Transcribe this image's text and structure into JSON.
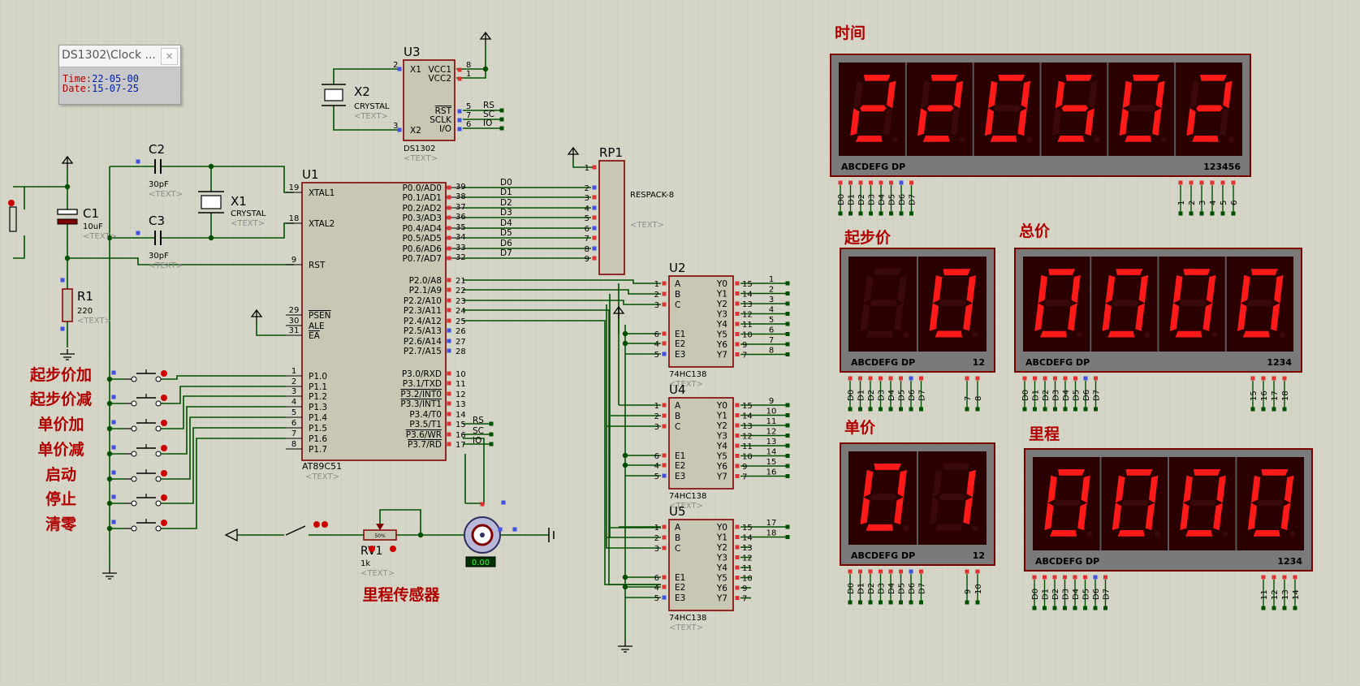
{
  "window": {
    "title": "DS1302\\Clock ...",
    "close": "×",
    "time_label": "Time:",
    "time_value": "22-05-00",
    "date_label": "Date:",
    "date_value": "15-07-25"
  },
  "colors": {
    "background": "#d6d6c8",
    "wire": "#005000",
    "body": "#c7c7b3",
    "outline": "#800000",
    "label_red": "#b00000",
    "segment_on": "#ff1a1a",
    "segment_off": "#3a0a0a"
  },
  "displays": [
    {
      "id": "time",
      "title": "时间",
      "digits": [
        "2",
        "2",
        "0",
        "5",
        "0",
        "2"
      ],
      "bottom": "ABCDEFG  DP",
      "right": "123456",
      "pins": [
        "D0",
        "D1",
        "D2",
        "D3",
        "D4",
        "D5",
        "D6",
        "D7"
      ],
      "rpins": [
        "1",
        "2",
        "3",
        "4",
        "5",
        "6"
      ]
    },
    {
      "id": "start",
      "title": "起步价",
      "digits": [
        "1",
        "0"
      ],
      "dim_first": true,
      "bottom": "ABCDEFG  DP",
      "right": "12",
      "pins": [
        "D0",
        "D1",
        "D2",
        "D3",
        "D4",
        "D5",
        "D6",
        "D7"
      ],
      "rpins": [
        "7",
        "8"
      ]
    },
    {
      "id": "total",
      "title": "总价",
      "digits": [
        "0",
        "0",
        "0",
        "0"
      ],
      "bottom": "ABCDEFG  DP",
      "right": "1234",
      "pins": [
        "D0",
        "D1",
        "D2",
        "D3",
        "D4",
        "D5",
        "D6",
        "D7"
      ],
      "rpins": [
        "15",
        "16",
        "17",
        "18"
      ]
    },
    {
      "id": "unit",
      "title": "单价",
      "digits": [
        "0",
        "1"
      ],
      "bottom": "ABCDEFG  DP",
      "right": "12",
      "pins": [
        "D0",
        "D1",
        "D2",
        "D3",
        "D4",
        "D5",
        "D6",
        "D7"
      ],
      "rpins": [
        "9",
        "10"
      ]
    },
    {
      "id": "mileage",
      "title": "里程",
      "digits": [
        "0",
        "0",
        "0",
        "0"
      ],
      "bottom": "ABCDEFG  DP",
      "right": "1234",
      "pins": [
        "D0",
        "D1",
        "D2",
        "D3",
        "D4",
        "D5",
        "D6",
        "D7"
      ],
      "rpins": [
        "11",
        "12",
        "13",
        "14"
      ]
    }
  ],
  "u1": {
    "ref": "U1",
    "part": "AT89C51",
    "text": "<TEXT>",
    "left_pins": [
      {
        "n": "19",
        "name": "XTAL1"
      },
      {
        "n": "18",
        "name": "XTAL2"
      },
      {
        "n": "9",
        "name": "RST"
      },
      {
        "n": "29",
        "name": "PSEN"
      },
      {
        "n": "30",
        "name": "ALE"
      },
      {
        "n": "31",
        "name": "EA"
      },
      {
        "n": "1",
        "name": "P1.0"
      },
      {
        "n": "2",
        "name": "P1.1"
      },
      {
        "n": "3",
        "name": "P1.2"
      },
      {
        "n": "4",
        "name": "P1.3"
      },
      {
        "n": "5",
        "name": "P1.4"
      },
      {
        "n": "6",
        "name": "P1.5"
      },
      {
        "n": "7",
        "name": "P1.6"
      },
      {
        "n": "8",
        "name": "P1.7"
      }
    ],
    "p0": [
      {
        "n": "39",
        "name": "P0.0/AD0",
        "net": "D0"
      },
      {
        "n": "38",
        "name": "P0.1/AD1",
        "net": "D1"
      },
      {
        "n": "37",
        "name": "P0.2/AD2",
        "net": "D2"
      },
      {
        "n": "36",
        "name": "P0.3/AD3",
        "net": "D3"
      },
      {
        "n": "35",
        "name": "P0.4/AD4",
        "net": "D4"
      },
      {
        "n": "34",
        "name": "P0.5/AD5",
        "net": "D5"
      },
      {
        "n": "33",
        "name": "P0.6/AD6",
        "net": "D6"
      },
      {
        "n": "32",
        "name": "P0.7/AD7",
        "net": "D7"
      }
    ],
    "p2": [
      {
        "n": "21",
        "name": "P2.0/A8"
      },
      {
        "n": "22",
        "name": "P2.1/A9"
      },
      {
        "n": "23",
        "name": "P2.2/A10"
      },
      {
        "n": "24",
        "name": "P2.3/A11"
      },
      {
        "n": "25",
        "name": "P2.4/A12"
      },
      {
        "n": "26",
        "name": "P2.5/A13"
      },
      {
        "n": "27",
        "name": "P2.6/A14"
      },
      {
        "n": "28",
        "name": "P2.7/A15"
      }
    ],
    "p3": [
      {
        "n": "10",
        "name": "P3.0/RXD",
        "net": ""
      },
      {
        "n": "11",
        "name": "P3.1/TXD",
        "net": ""
      },
      {
        "n": "12",
        "name": "P3.2/INT0",
        "net": ""
      },
      {
        "n": "13",
        "name": "P3.3/INT1",
        "net": ""
      },
      {
        "n": "14",
        "name": "P3.4/T0",
        "net": ""
      },
      {
        "n": "15",
        "name": "P3.5/T1",
        "net": "RS"
      },
      {
        "n": "16",
        "name": "P3.6/WR",
        "net": "SC"
      },
      {
        "n": "17",
        "name": "P3.7/RD",
        "net": "IO"
      }
    ]
  },
  "u3": {
    "ref": "U3",
    "part": "DS1302",
    "text": "<TEXT>",
    "left": [
      {
        "n": "2",
        "name": "X1"
      },
      {
        "n": "3",
        "name": "X2"
      }
    ],
    "right": [
      {
        "n": "8",
        "name": "VCC1",
        "net": ""
      },
      {
        "n": "1",
        "name": "VCC2",
        "net": ""
      },
      {
        "n": "5",
        "name": "RST",
        "net": "RS"
      },
      {
        "n": "7",
        "name": "SCLK",
        "net": "SC"
      },
      {
        "n": "6",
        "name": "I/O",
        "net": "IO"
      }
    ]
  },
  "rp1": {
    "ref": "RP1",
    "part": "RESPACK-8",
    "text": "<TEXT>",
    "pins": [
      "1",
      "2",
      "3",
      "4",
      "5",
      "6",
      "7",
      "8",
      "9"
    ]
  },
  "decoders": [
    {
      "ref": "U2",
      "part": "74HC138",
      "text": "<TEXT>",
      "outs": [
        "1",
        "2",
        "3",
        "4",
        "5",
        "6",
        "7",
        "8"
      ]
    },
    {
      "ref": "U4",
      "part": "74HC138",
      "text": "<TEXT>",
      "outs": [
        "9",
        "10",
        "11",
        "12",
        "13",
        "14",
        "15",
        "16"
      ]
    },
    {
      "ref": "U5",
      "part": "74HC138",
      "text": "<TEXT>",
      "outs": [
        "17",
        "18",
        "",
        "",
        "",
        "",
        "",
        ""
      ]
    }
  ],
  "dec_inputs": [
    {
      "n": "1",
      "name": "A"
    },
    {
      "n": "2",
      "name": "B"
    },
    {
      "n": "3",
      "name": "C"
    },
    {
      "n": "6",
      "name": "E1"
    },
    {
      "n": "4",
      "name": "E2"
    },
    {
      "n": "5",
      "name": "E3"
    }
  ],
  "dec_outputs": [
    {
      "n": "15",
      "name": "Y0"
    },
    {
      "n": "14",
      "name": "Y1"
    },
    {
      "n": "13",
      "name": "Y2"
    },
    {
      "n": "12",
      "name": "Y3"
    },
    {
      "n": "11",
      "name": "Y4"
    },
    {
      "n": "10",
      "name": "Y5"
    },
    {
      "n": "9",
      "name": "Y6"
    },
    {
      "n": "7",
      "name": "Y7"
    }
  ],
  "components": {
    "x2": {
      "ref": "X2",
      "part": "CRYSTAL",
      "text": "<TEXT>"
    },
    "x1": {
      "ref": "X1",
      "part": "CRYSTAL",
      "text": "<TEXT>"
    },
    "c1": {
      "ref": "C1",
      "value": "10uF",
      "text": "<TEXT>"
    },
    "c2": {
      "ref": "C2",
      "value": "30pF",
      "text": "<TEXT>"
    },
    "c3": {
      "ref": "C3",
      "value": "30pF",
      "text": "<TEXT>"
    },
    "r1": {
      "ref": "R1",
      "value": "220",
      "text": "<TEXT>"
    },
    "rv1": {
      "ref": "RV1",
      "value": "1k",
      "text": "<TEXT>",
      "knob": "50%"
    },
    "motor": {
      "readout": "0.00"
    }
  },
  "buttons": [
    "起步价加",
    "起步价减",
    "单价加",
    "单价减",
    "启动",
    "停止",
    "清零"
  ],
  "sensor_label": "里程传感器"
}
